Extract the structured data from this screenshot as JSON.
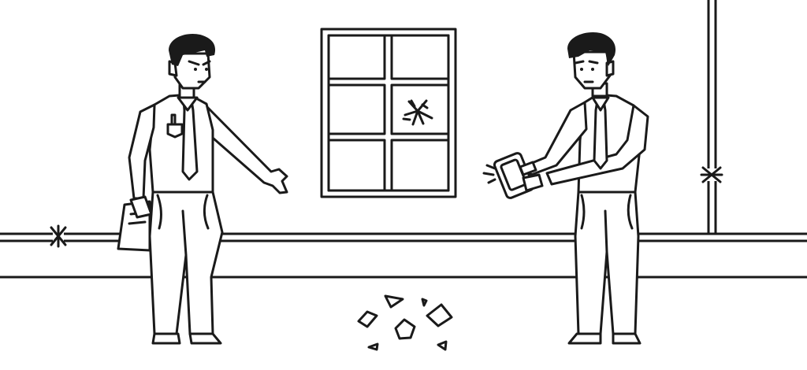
{
  "scene": {
    "description_free": true,
    "colors": {
      "line": "#1a1a1a",
      "background": "#ffffff"
    },
    "window": {
      "columns": 2,
      "rows": 3,
      "cracked_pane": "middle-right"
    },
    "pipe_leak_icons": [
      "splash-icon",
      "splash-icon"
    ],
    "glass_shards_count": 7
  }
}
